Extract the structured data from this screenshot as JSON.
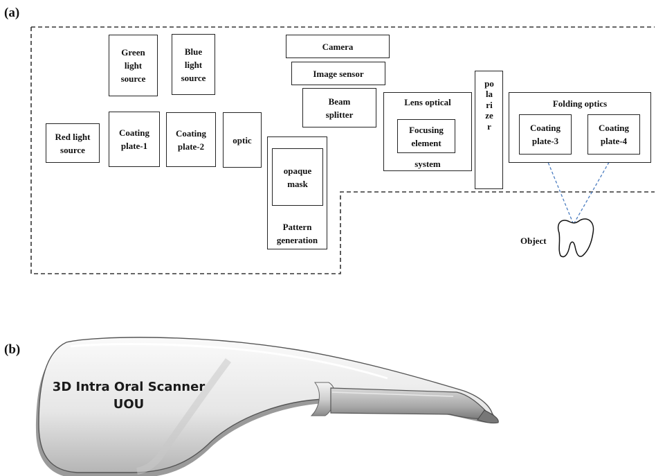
{
  "panel_a": {
    "label": "(a)",
    "components": {
      "green_light_source": "Green\nlight\nsource",
      "blue_light_source": "Blue\nlight\nsource",
      "red_light_source": "Red light\nsource",
      "coating_plate_1": "Coating\nplate-1",
      "coating_plate_2": "Coating\nplate-2",
      "optic": "optic",
      "camera": "Camera",
      "image_sensor": "Image sensor",
      "beam_splitter": "Beam\nsplitter",
      "opaque_mask": "opaque\nmask",
      "pattern_generation": "Pattern\ngeneration",
      "lens_optical": "Lens optical",
      "focusing_element": "Focusing\nelement",
      "system": "system",
      "polarizer": "polarizer",
      "folding_optics": "Folding  optics",
      "coating_plate_3": "Coating\nplate-3",
      "coating_plate_4": "Coating\nplate-4",
      "object": "Object"
    }
  },
  "panel_b": {
    "label": "(b)",
    "scanner_title": "3D Intra Oral Scanner",
    "scanner_subtitle": "UOU"
  },
  "colors": {
    "box_border": "#222222",
    "dashed_border": "#333333",
    "ray": "#4a7cc0",
    "scanner_body": "#e9e9e9",
    "scanner_shadow": "#9a9a9a"
  },
  "icons": [
    "tooth-outline-icon",
    "intraoral-scanner-illustration"
  ]
}
